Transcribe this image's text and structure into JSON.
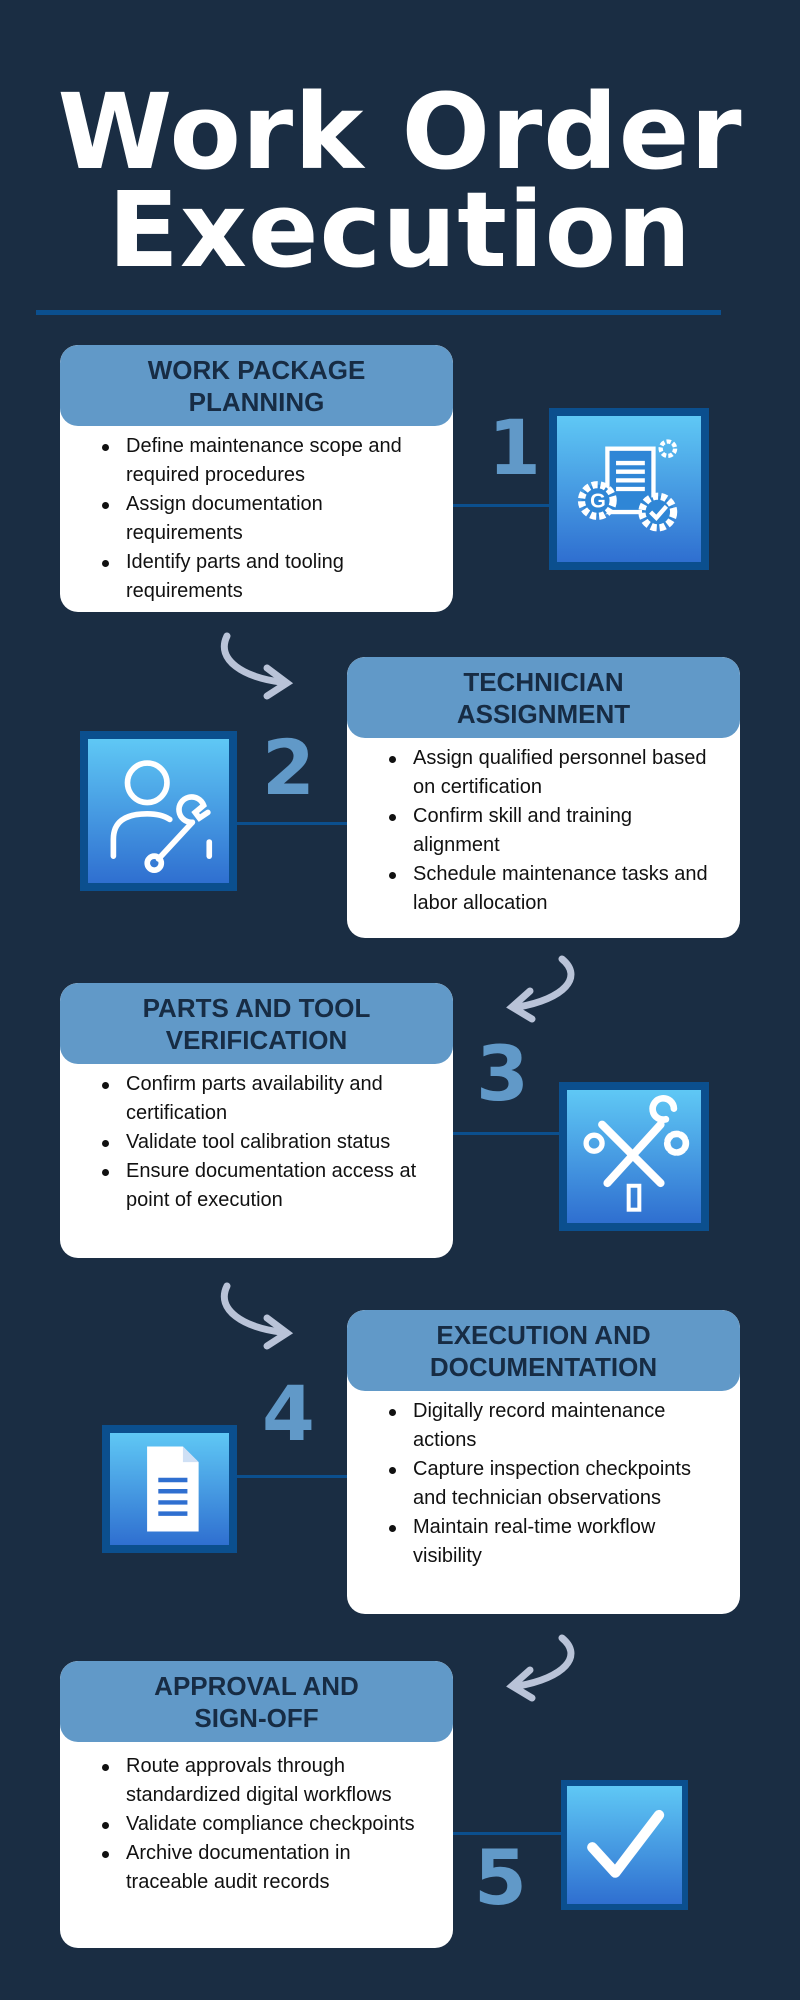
{
  "title": {
    "line1": "Work Order",
    "line2": "Execution"
  },
  "steps": [
    {
      "number": "1",
      "heading": "WORK PACKAGE PLANNING",
      "bullets": [
        "Define maintenance scope and required procedures",
        "Assign documentation requirements",
        "Identify parts and tooling requirements"
      ],
      "icon": "document-gears-icon"
    },
    {
      "number": "2",
      "heading": "TECHNICIAN ASSIGNMENT",
      "bullets": [
        "Assign qualified personnel based on certification",
        "Confirm skill and training alignment",
        "Schedule maintenance tasks and labor allocation"
      ],
      "icon": "technician-wrench-icon"
    },
    {
      "number": "3",
      "heading": "PARTS AND TOOL VERIFICATION",
      "bullets": [
        "Confirm parts availability and certification",
        "Validate tool calibration status",
        "Ensure documentation access at point of execution"
      ],
      "icon": "tools-icon"
    },
    {
      "number": "4",
      "heading": "EXECUTION AND DOCUMENTATION",
      "bullets": [
        "Digitally record maintenance actions",
        "Capture inspection checkpoints and technician observations",
        "Maintain real-time workflow visibility"
      ],
      "icon": "document-icon"
    },
    {
      "number": "5",
      "heading": "APPROVAL AND SIGN-OFF",
      "bullets": [
        "Route approvals through standardized digital workflows",
        "Validate compliance checkpoints",
        "Archive documentation in traceable audit records"
      ],
      "icon": "checkmark-icon"
    }
  ],
  "colors": {
    "background": "#1a2d43",
    "header": "#6199c8",
    "accent": "#0b4f8e"
  }
}
